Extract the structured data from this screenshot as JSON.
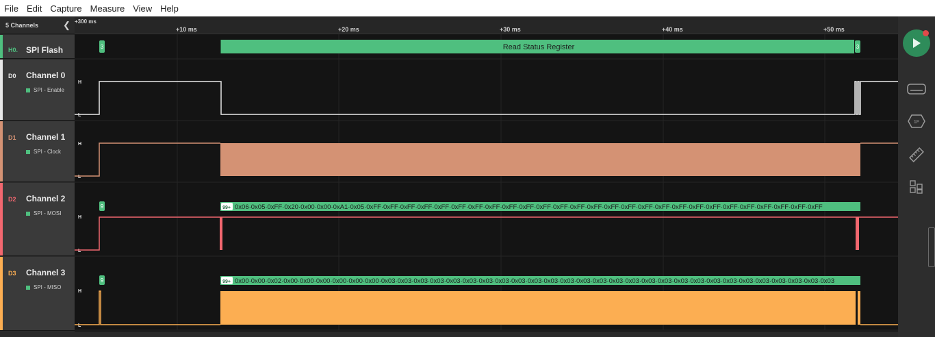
{
  "menu": [
    "File",
    "Edit",
    "Capture",
    "Measure",
    "View",
    "Help"
  ],
  "channels_header": {
    "count_label": "5 Channels"
  },
  "channels": [
    {
      "id": "H0.",
      "name": "SPI Flash",
      "tag": "",
      "color": "#4fbf7f"
    },
    {
      "id": "D0",
      "name": "Channel 0",
      "tag": "SPI - Enable",
      "color": "#e8e8e8"
    },
    {
      "id": "D1",
      "name": "Channel 1",
      "tag": "SPI - Clock",
      "color": "#d49274"
    },
    {
      "id": "D2",
      "name": "Channel 2",
      "tag": "SPI - MOSI",
      "color": "#f2676f"
    },
    {
      "id": "D3",
      "name": "Channel 3",
      "tag": "SPI - MISO",
      "color": "#fcae52"
    }
  ],
  "timeline": {
    "start_label": "+300 ms",
    "ticks": [
      "+10 ms",
      "+20 ms",
      "+30 ms",
      "+40 ms",
      "+50 ms"
    ]
  },
  "analyzer": {
    "frame_label": "Read Status Register",
    "small_label": "3",
    "mosi_count": "99+",
    "mosi_start": "9",
    "mosi_data": "0x06·0x05·0xFF·0x20·0x00·0x00·0xA1·0x05·0xFF·0xFF·0xFF·0xFF·0xFF·0xFF·0xFF·0xFF·0xFF·0xFF·0xFF·0xFF·0xFF·0xFF·0xFF·0xFF·0xFF·0xFF·0xFF·0xFF·0xFF·0xFF·0xFF·0xFF·0xFF·0xFF·0xFF",
    "miso_count": "99+",
    "miso_start": "9",
    "miso_data": "0x00·0x00·0x02·0x00·0x00·0x00·0x00·0x00·0x00·0x03·0x03·0x03·0x03·0x03·0x03·0x03·0x03·0x03·0x03·0x03·0x03·0x03·0x03·0x03·0x03·0x03·0x03·0x03·0x03·0x03·0x03·0x03·0x03·0x03·0x03·0x03·0x03",
    "level_high": "H",
    "level_low": "L"
  },
  "toolbar": {
    "icons": [
      "play-icon",
      "record-indicator-icon",
      "digital-channel-icon",
      "protocol-analyzer-icon",
      "measure-ruler-icon",
      "layout-grid-icon"
    ],
    "protocol_label": "1F"
  },
  "colors": {
    "green": "#4fbf7f",
    "enable": "#e8e8e8",
    "clock": "#d49274",
    "mosi": "#f2676f",
    "miso": "#fcae52"
  }
}
